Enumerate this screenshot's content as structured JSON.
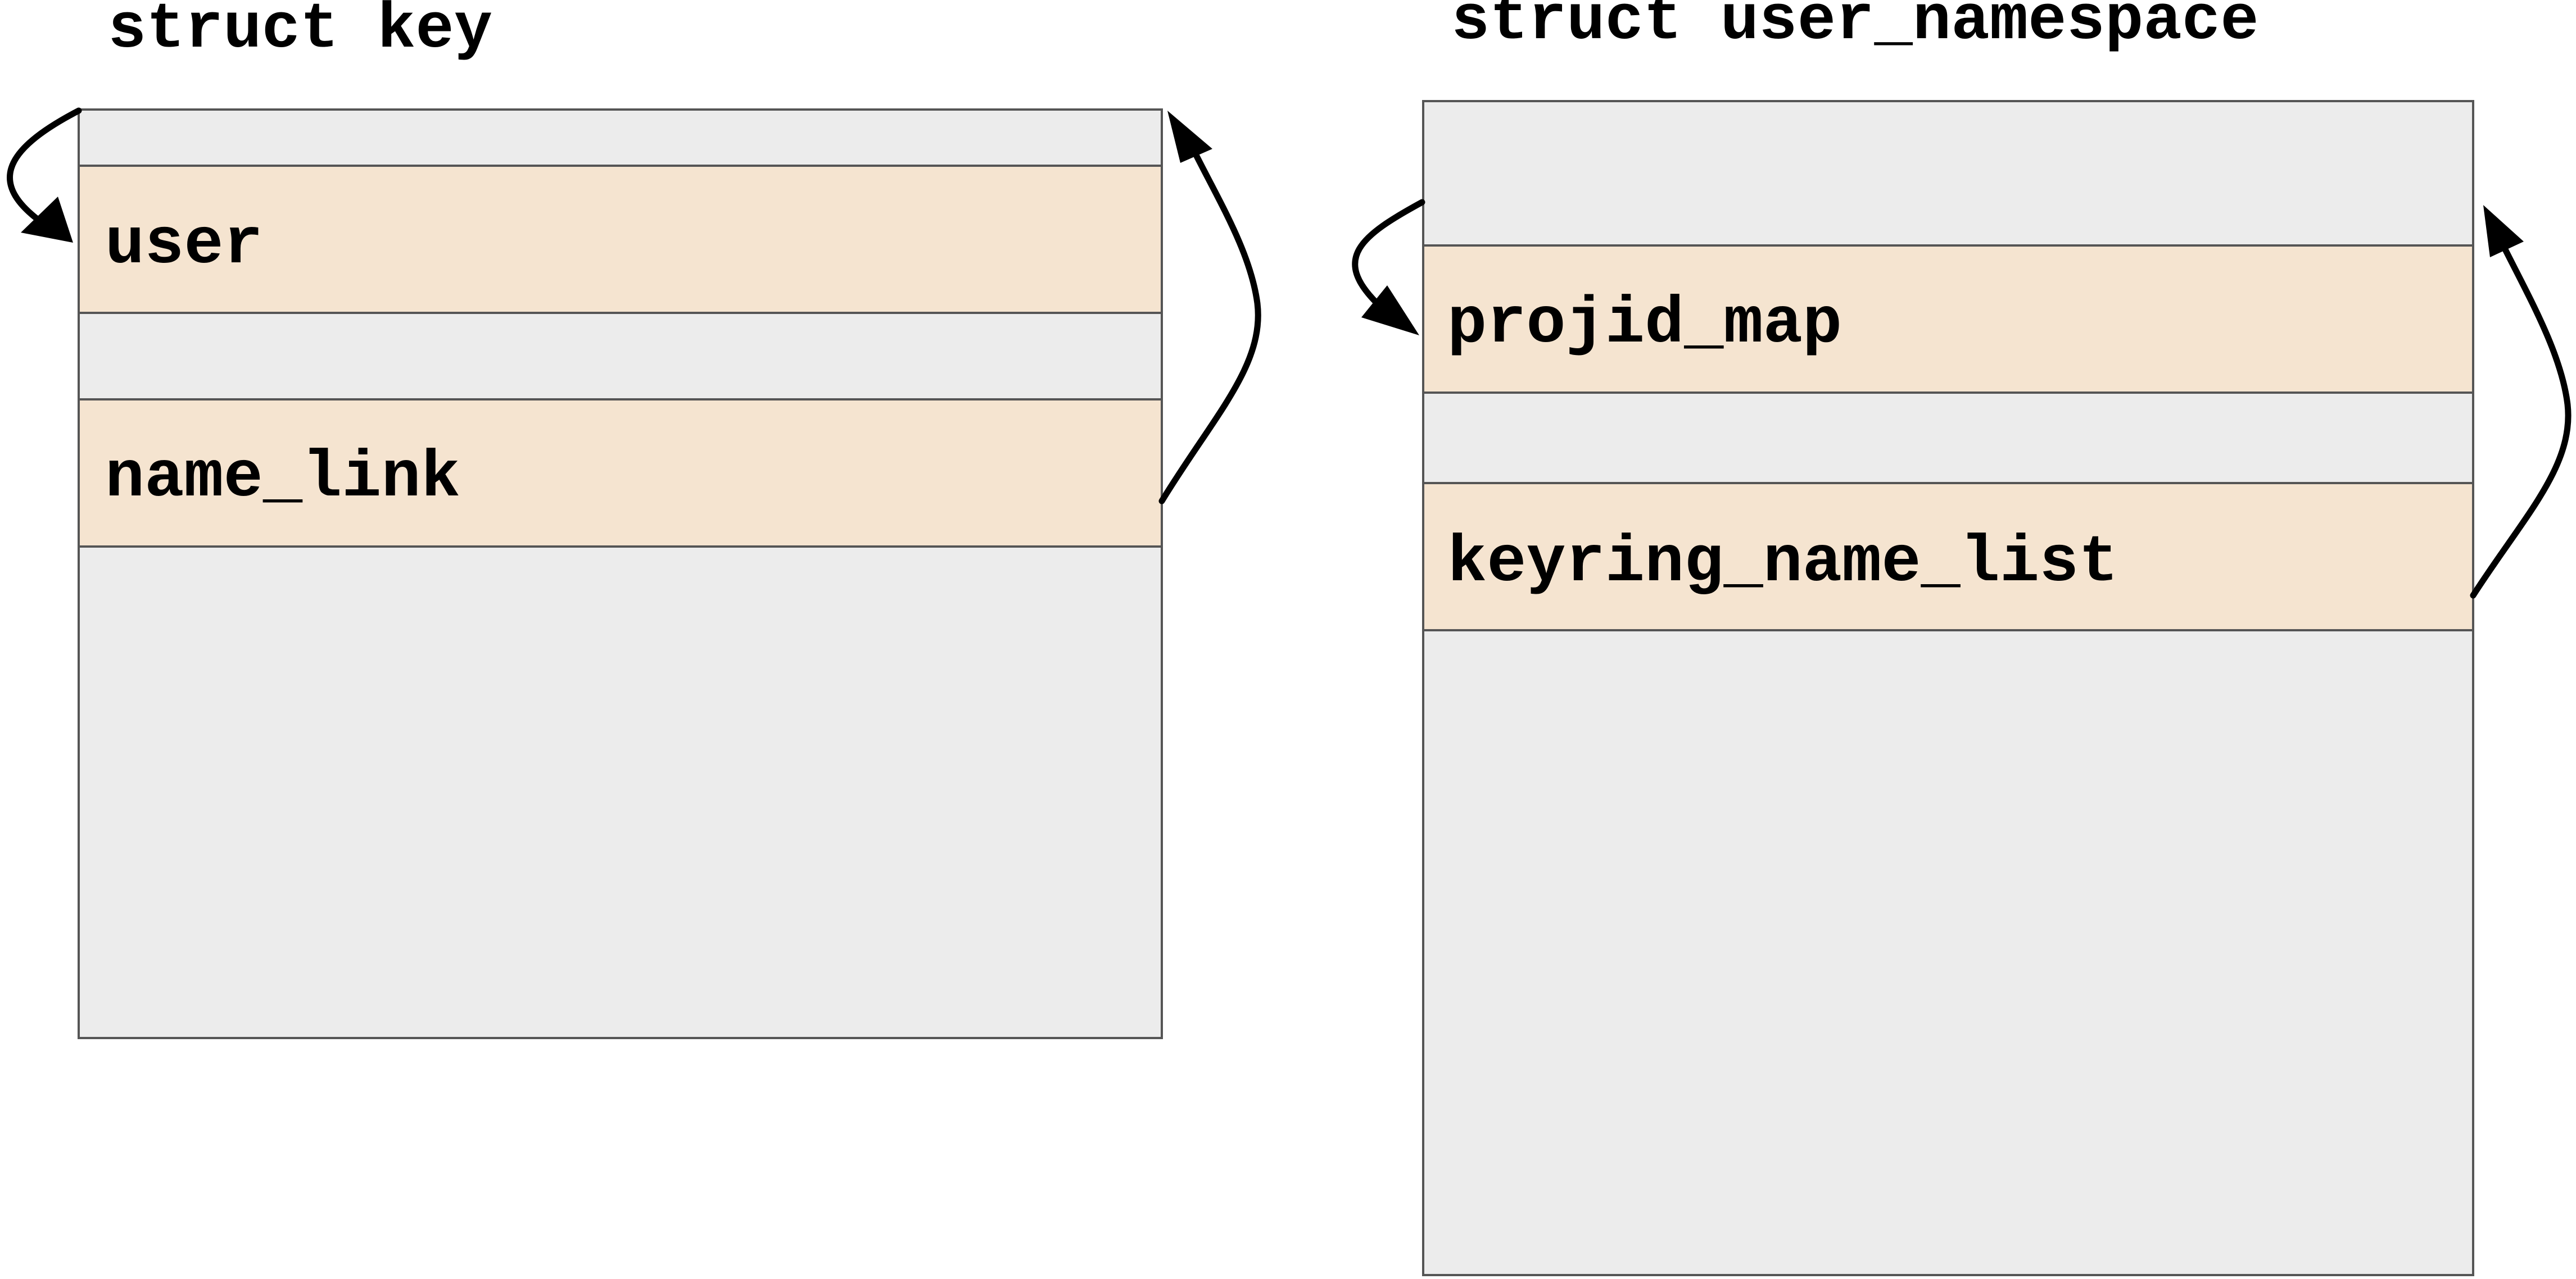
{
  "colors": {
    "struct_fill": "#ececec",
    "field_fill": "#f5e4d0",
    "border": "#555555",
    "text": "#000000"
  },
  "diagram": {
    "key": {
      "title": "struct key",
      "field_user": "user",
      "field_name_link": "name_link"
    },
    "user_namespace": {
      "title": "struct user_namespace",
      "field_projid_map": "projid_map",
      "field_keyring_name_list": "keyring_name_list"
    }
  }
}
